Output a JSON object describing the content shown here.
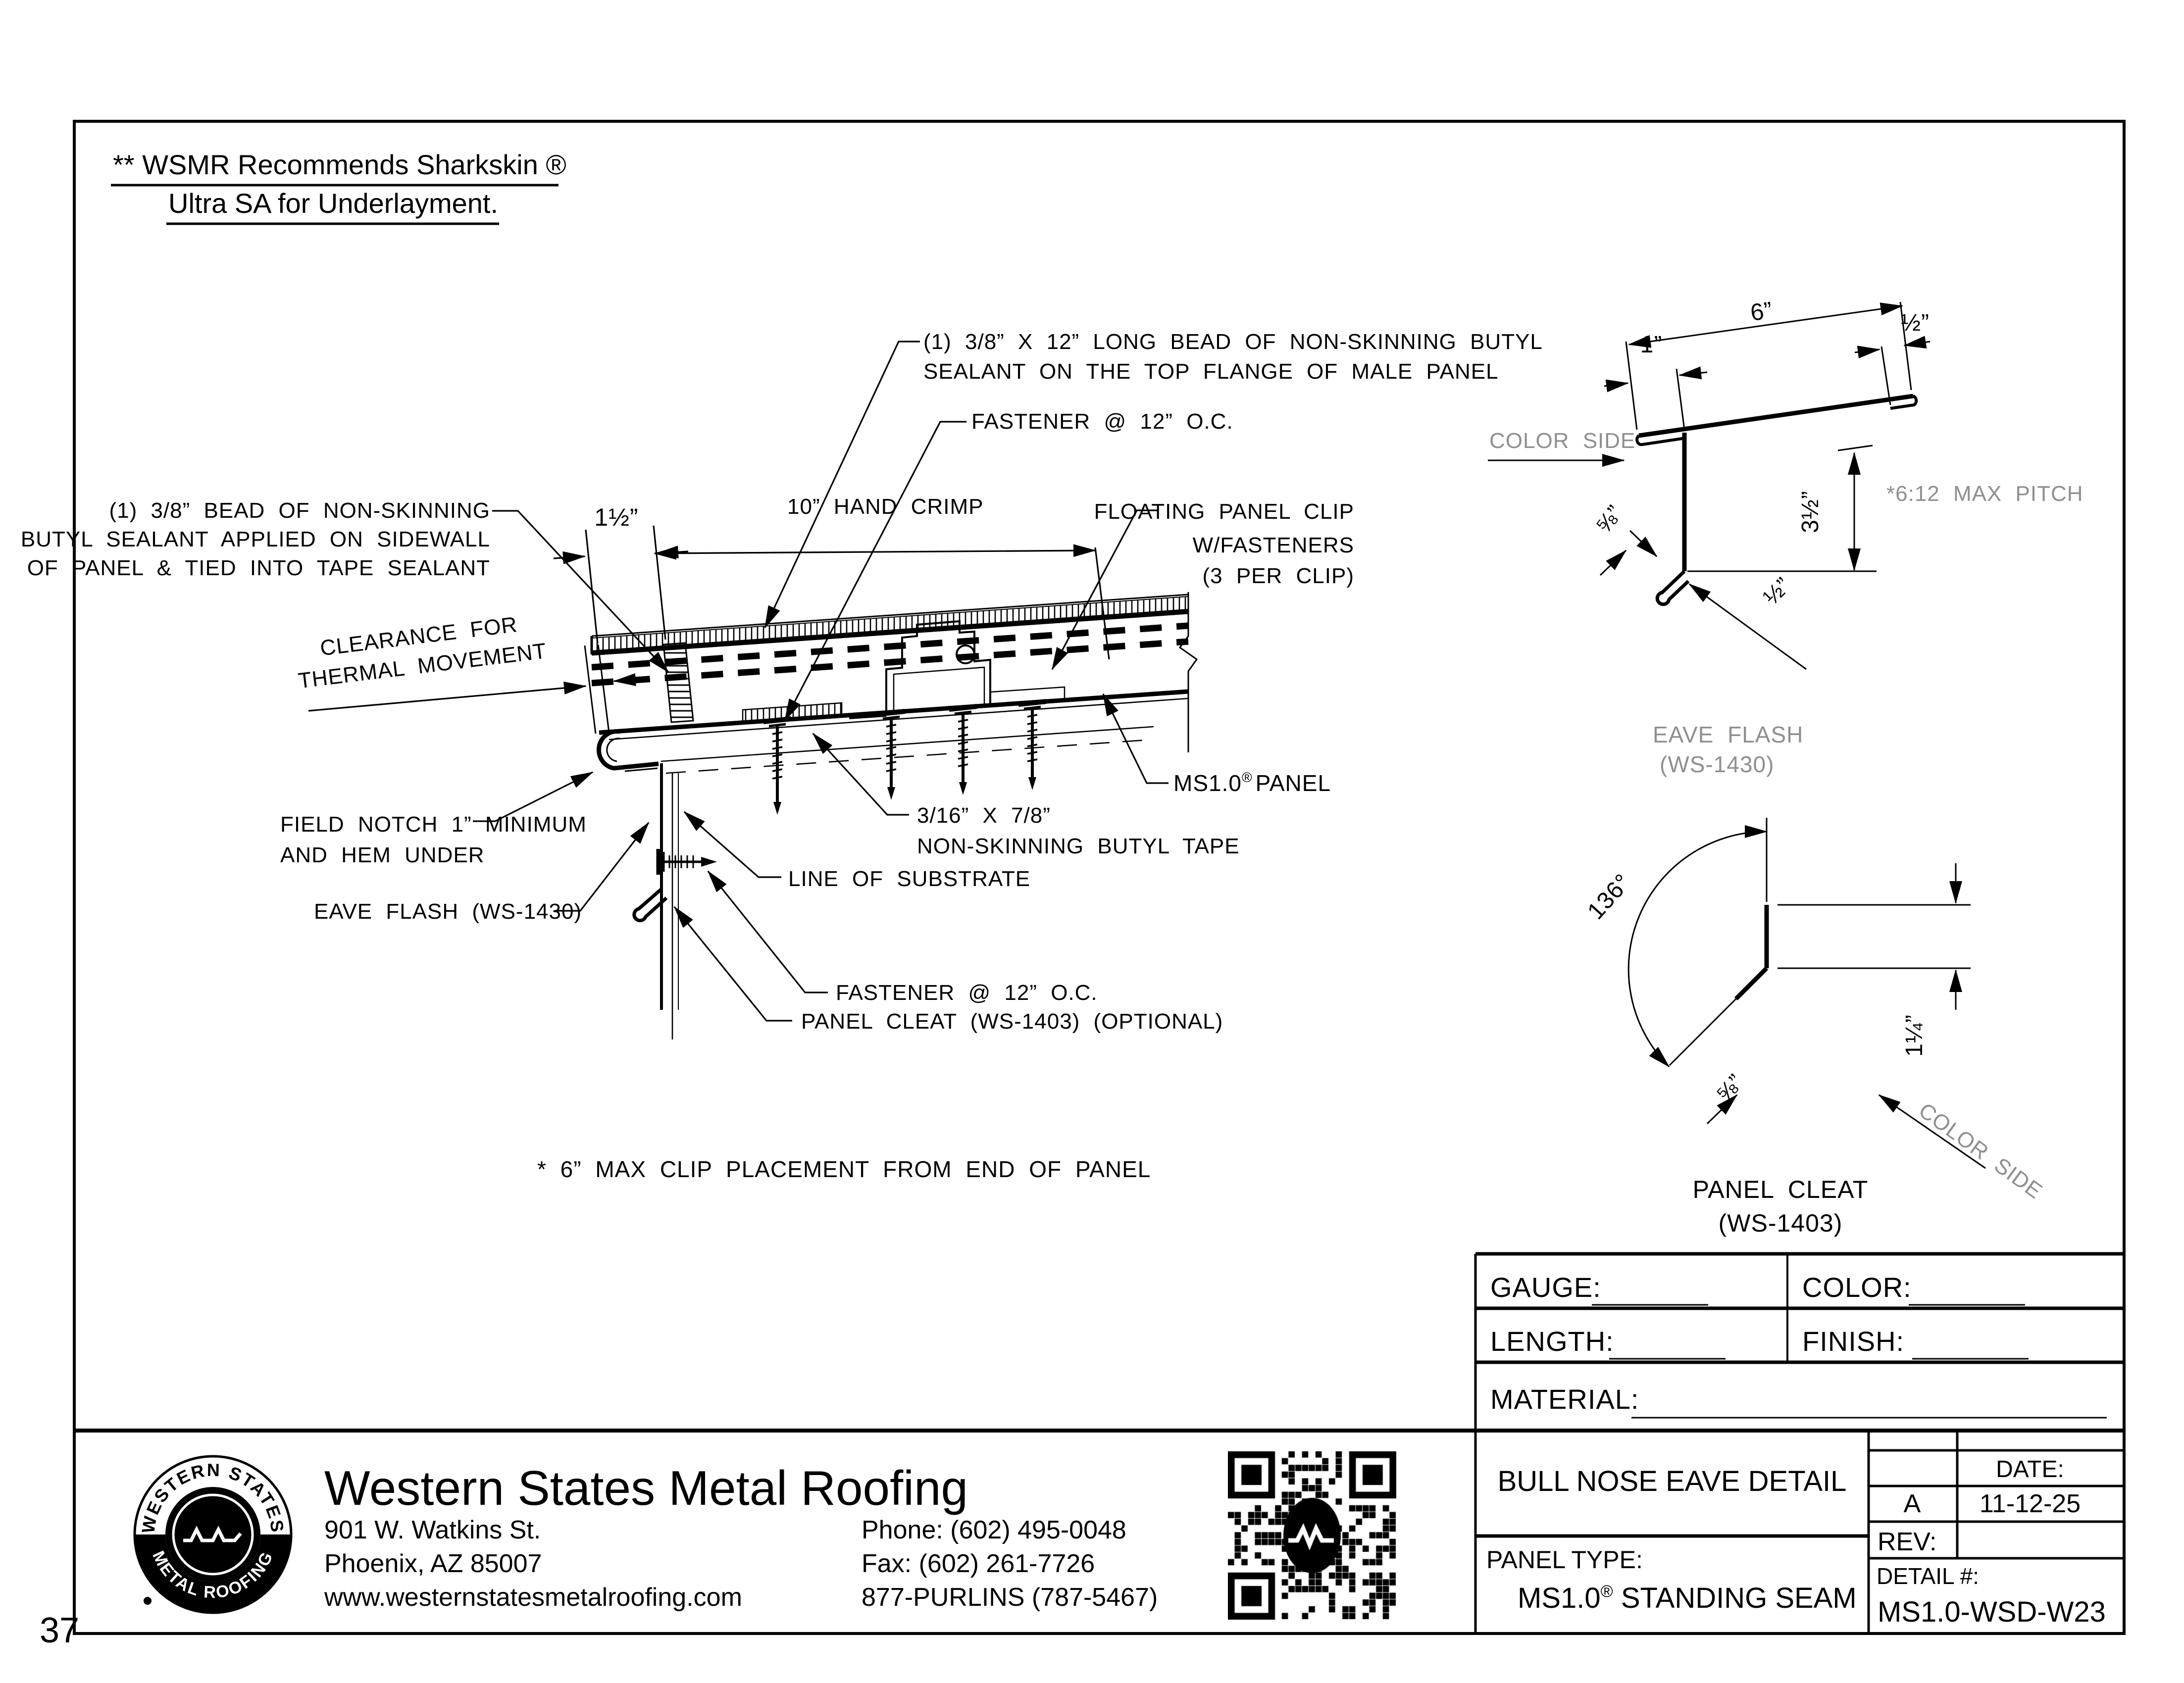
{
  "page": {
    "number": "37"
  },
  "note": {
    "line1": "** WSMR Recommends Sharkskin ®",
    "line2": "Ultra SA for Underlayment."
  },
  "drawing": {
    "ann": {
      "bead_top1": "(1) 3/8” X 12” LONG BEAD OF NON-SKINNING BUTYL",
      "bead_top2": "SEALANT ON THE TOP FLANGE OF MALE PANEL",
      "fastener_top": "FASTENER @ 12” O.C.",
      "bead_side1": "(1) 3/8” BEAD OF NON-SKINNING",
      "bead_side2": "BUTYL SEALANT APPLIED ON SIDEWALL",
      "bead_side3": "OF PANEL & TIED INTO TAPE SEALANT",
      "hand_crimp": "10” HAND CRIMP",
      "clip1": "FLOATING PANEL CLIP",
      "clip2": "W/FASTENERS",
      "clip3": "(3 PER CLIP)",
      "clearance1": "CLEARANCE FOR",
      "clearance2": "THERMAL MOVEMENT",
      "ms_panel": "MS1.0",
      "ms_reg": "®",
      "ms_rest": "PANEL",
      "tape1": "3/16” X 7/8”",
      "tape2": "NON-SKINNING BUTYL TAPE",
      "substrate": "LINE OF SUBSTRATE",
      "notch1": "FIELD NOTCH 1” MINIMUM",
      "notch2": "AND HEM UNDER",
      "eave_flash": "EAVE FLASH (WS-1430)",
      "fastener_bottom": "FASTENER @ 12” O.C.",
      "cleat": "PANEL CLEAT (WS-1403) (OPTIONAL)",
      "max_clip": "* 6” MAX CLIP PLACEMENT FROM END OF PANEL",
      "dim_1_5": "1½”"
    },
    "profile_flash": {
      "dim_6": "6”",
      "dim_1": "1”",
      "dim_half_top": "½”",
      "dim_3_5": "3½”",
      "dim_5_8": "⅝”",
      "dim_half_kick": "½”",
      "color_side": "COLOR SIDE",
      "pitch": "*6:12 MAX PITCH",
      "label1": "EAVE FLASH",
      "label2": "(WS-1430)"
    },
    "profile_cleat": {
      "angle": "136°",
      "dim_5_8": "⅝”",
      "dim_1_25": "1¼”",
      "color_side": "COLOR SIDE",
      "label1": "PANEL CLEAT",
      "label2": "(WS-1403)"
    }
  },
  "spec_table": {
    "gauge": "GAUGE:",
    "color": "COLOR:",
    "length": "LENGTH:",
    "finish": "FINISH:",
    "material": "MATERIAL:"
  },
  "title_block": {
    "company": "Western States Metal Roofing",
    "address1": "901 W. Watkins St.",
    "address2": "Phoenix, AZ 85007",
    "website": "www.westernstatesmetalroofing.com",
    "phone": "Phone: (602) 495-0048",
    "fax": "Fax: (602) 261-7726",
    "tollfree": "877-PURLINS (787-5467)",
    "title": "BULL NOSE EAVE DETAIL",
    "panel_type_label": "PANEL TYPE:",
    "panel_type": "MS1.0",
    "panel_type_reg": "®",
    "panel_type_rest": " STANDING SEAM",
    "date_label": "DATE:",
    "rev_value": "A",
    "date_value": "11-12-25",
    "rev_label": "REV:",
    "detail_label": "DETAIL #:",
    "detail_value": "MS1.0-WSD-W23",
    "logo_top": "WESTERN STATES",
    "logo_bottom": "METAL ROOFING"
  },
  "colors": {
    "ink": "#000000",
    "gray": "#8f8f8f",
    "paper": "#ffffff"
  }
}
